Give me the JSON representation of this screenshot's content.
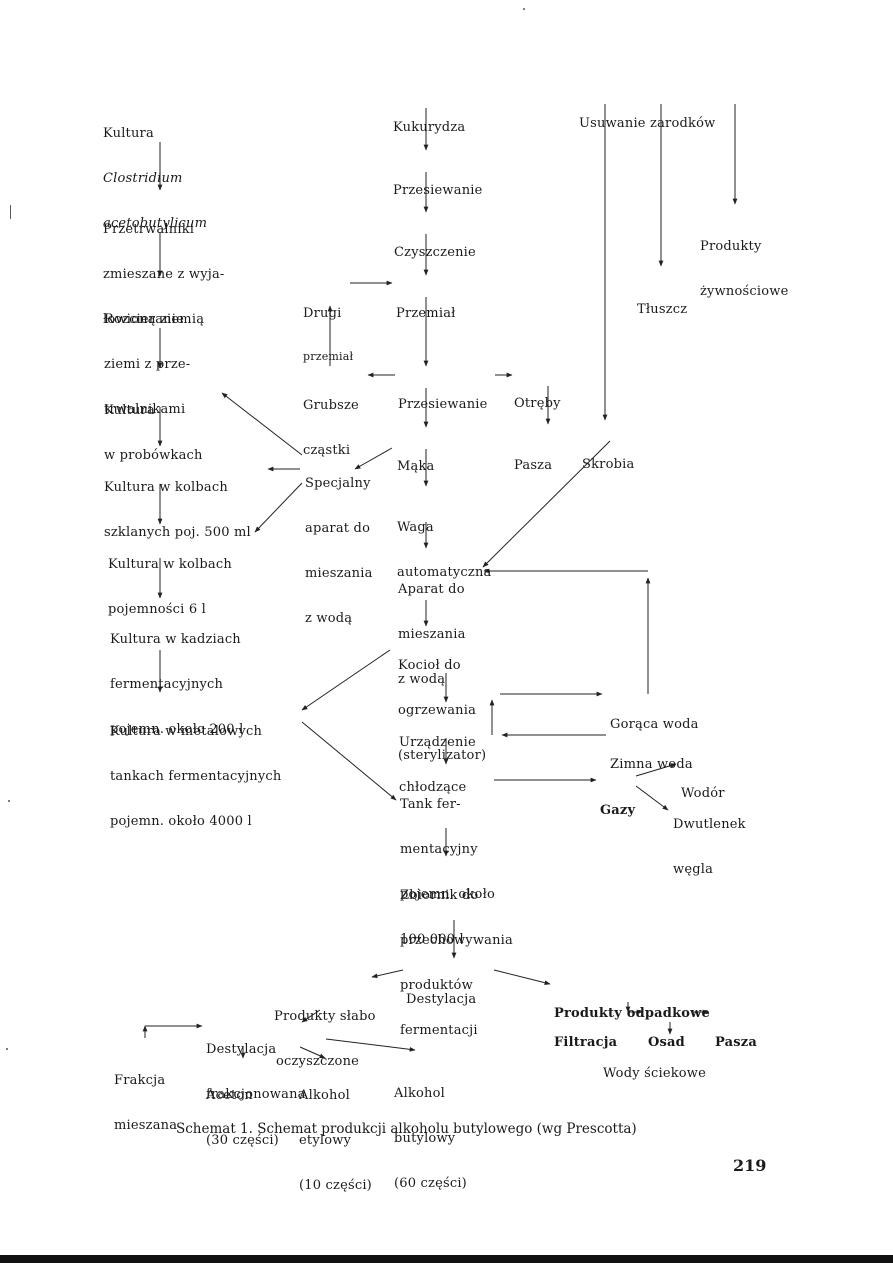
{
  "nodes": {
    "kultura_clostridium": {
      "lines": [
        "Kultura"
      ],
      "italic": [
        "Clostridium",
        "acetobutylicum"
      ]
    },
    "przetrwalniki": {
      "lines": [
        "Przetrwalniki",
        "zmieszane z wyja-",
        "łowioną ziemią"
      ]
    },
    "rozcieranie": {
      "lines": [
        "Rozcieranie",
        "ziemi z prze-",
        "trwalnikami"
      ]
    },
    "kultura_probowki": {
      "lines": [
        "Kultura",
        "w probówkach"
      ]
    },
    "kultura_kolby500": {
      "lines": [
        "Kultura w kolbach",
        "szklanych poj. 500 ml"
      ]
    },
    "kultura_kolby6": {
      "lines": [
        "Kultura w kolbach",
        "pojemności 6 l"
      ]
    },
    "kultura_kadzie": {
      "lines": [
        "Kultura w kadziach",
        "fermentacyjnych",
        "pojemn. około 200 l"
      ]
    },
    "kultura_tanki": {
      "lines": [
        "Kultura w metalowych",
        "tankach fermentacyjnych",
        "pojemn. około 4000 l"
      ]
    },
    "specjalny_aparat": {
      "lines": [
        "Specjalny",
        "aparat do",
        "mieszania",
        "z wodą"
      ]
    },
    "kukurydza": {
      "lines": [
        "Kukurydza"
      ]
    },
    "przesiewanie1": {
      "lines": [
        "Przesiewanie"
      ]
    },
    "czyszczenie": {
      "lines": [
        "Czyszczenie"
      ]
    },
    "przemial": {
      "lines": [
        "Przemiał"
      ]
    },
    "drugi_przemial": {
      "lines": [
        "Drugi",
        "przemiał"
      ]
    },
    "grubsze": {
      "lines": [
        "Grubsze",
        "cząstki"
      ]
    },
    "przesiewanie2": {
      "lines": [
        "Przesiewanie"
      ]
    },
    "otreby": {
      "lines": [
        "Otręby"
      ]
    },
    "pasza1": {
      "lines": [
        "Pasza"
      ]
    },
    "maka": {
      "lines": [
        "Mąka"
      ]
    },
    "waga": {
      "lines": [
        "Waga",
        "automatyczna"
      ]
    },
    "aparat_mieszania": {
      "lines": [
        "Aparat do",
        "mieszania",
        "z wodą"
      ]
    },
    "kociol": {
      "lines": [
        "Kocioł do",
        "ogrzewania",
        "(sterylizator)"
      ]
    },
    "urzadzenie": {
      "lines": [
        "Urządzenie",
        "chłodzące"
      ]
    },
    "tank": {
      "lines": [
        "Tank fer-",
        "mentacyjny",
        "pojemn. około",
        "100 000 l"
      ]
    },
    "zbiornik": {
      "lines": [
        "Zbiornik do",
        "przechowywania",
        "produktów",
        "fermentacji"
      ]
    },
    "destylacja": {
      "lines": [
        "Destylacja"
      ]
    },
    "usuwanie": {
      "lines": [
        "Usuwanie zarodków"
      ]
    },
    "produkty_zywn": {
      "lines": [
        "Produkty",
        "żywnościowe"
      ]
    },
    "tluszcz": {
      "lines": [
        "Tłuszcz"
      ]
    },
    "skrobia": {
      "lines": [
        "Skrobia"
      ]
    },
    "goraca_woda": {
      "lines": [
        "Gorąca woda"
      ]
    },
    "zimna_woda": {
      "lines": [
        "Zimna woda"
      ]
    },
    "gazy": {
      "lines": [
        "Gazy"
      ]
    },
    "wodor": {
      "lines": [
        "Wodór"
      ]
    },
    "dwutlenek": {
      "lines": [
        "Dwutlenek",
        "węgla"
      ]
    },
    "produkty_slabo": {
      "lines": [
        "Produkty słabo",
        "oczyszczone"
      ]
    },
    "destylacja_frak": {
      "lines": [
        "Destylacja",
        "frakcjonowana"
      ]
    },
    "frakcja": {
      "lines": [
        "Frakcja",
        "mieszana"
      ]
    },
    "aceton": {
      "lines": [
        "Aceton",
        "(30 części)"
      ]
    },
    "alkohol_etylowy": {
      "lines": [
        "Alkohol",
        "etylowy",
        "(10 części)"
      ]
    },
    "alkohol_butylowy": {
      "lines": [
        "Alkohol",
        "butylowy",
        "(60 części)"
      ]
    },
    "produkty_odpadkowe": {
      "lines": [
        "Produkty odpadkowe"
      ]
    },
    "filtracja": {
      "lines": [
        "Filtracja"
      ]
    },
    "osad": {
      "lines": [
        "Osad"
      ]
    },
    "pasza2": {
      "lines": [
        "Pasza"
      ]
    },
    "wody_sciekowe": {
      "lines": [
        "Wody ściekowe"
      ]
    }
  },
  "caption": "Schemat 1. Schemat produkcji alkoholu butylowego (wg Prescotta)",
  "page_number": "219"
}
